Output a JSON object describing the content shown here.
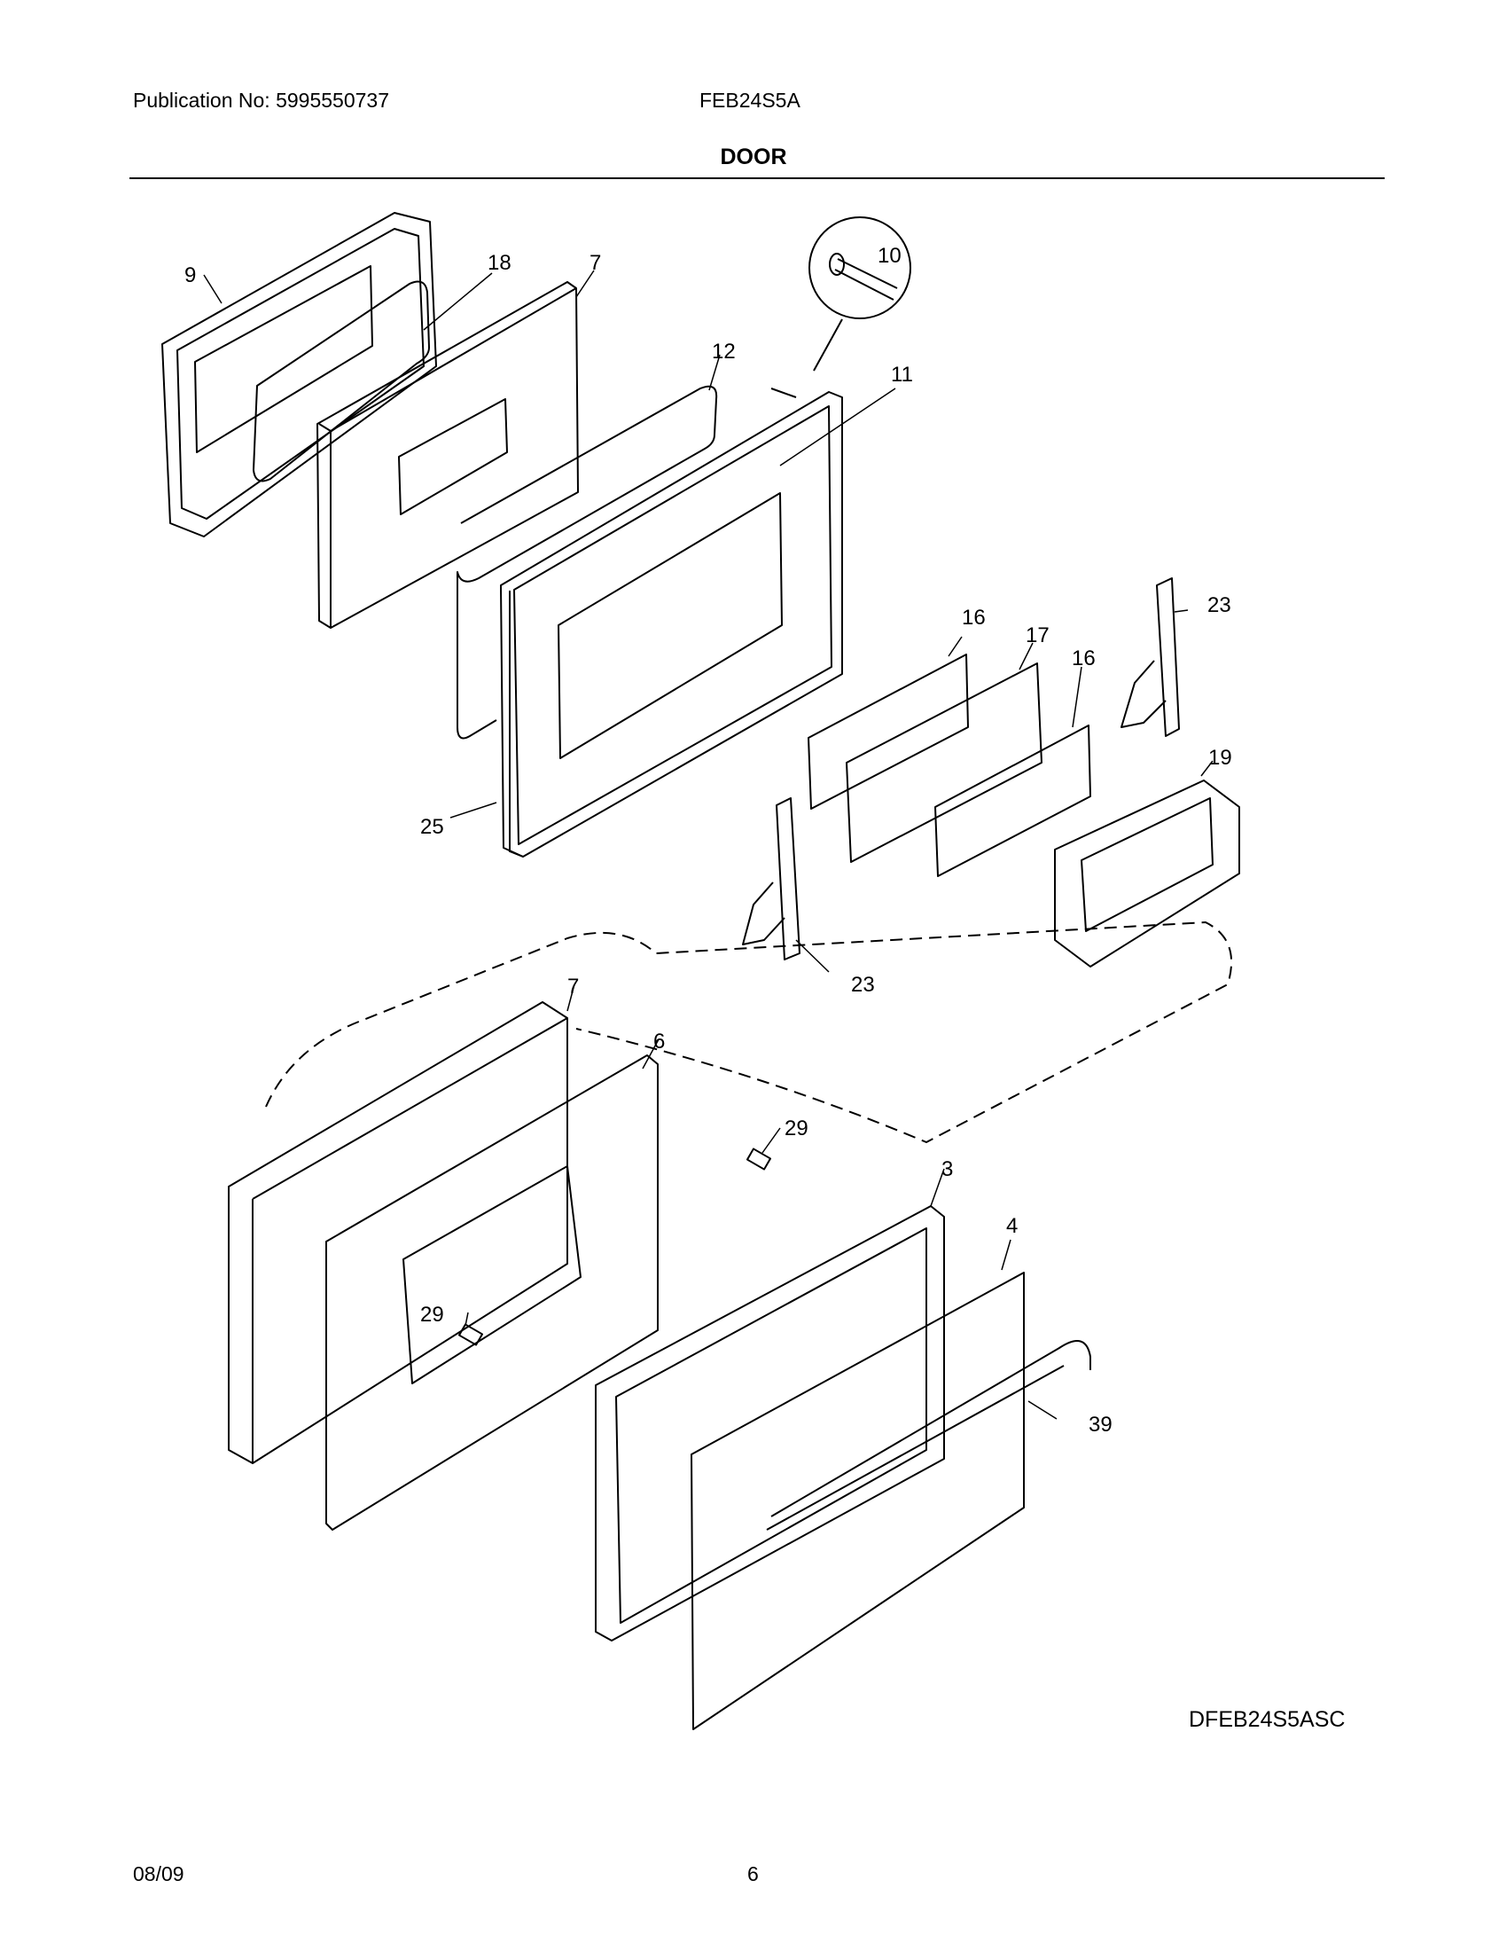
{
  "header": {
    "publication": "Publication No: 5995550737",
    "model": "FEB24S5A",
    "section_title": "DOOR"
  },
  "diagram": {
    "callouts": [
      "9",
      "18",
      "7",
      "10",
      "12",
      "11",
      "25",
      "16",
      "17",
      "16",
      "23",
      "19",
      "23",
      "7",
      "6",
      "29",
      "3",
      "4",
      "29",
      "39"
    ],
    "drawing_code": "DFEB24S5ASC"
  },
  "footer": {
    "date": "08/09",
    "page": "6"
  }
}
